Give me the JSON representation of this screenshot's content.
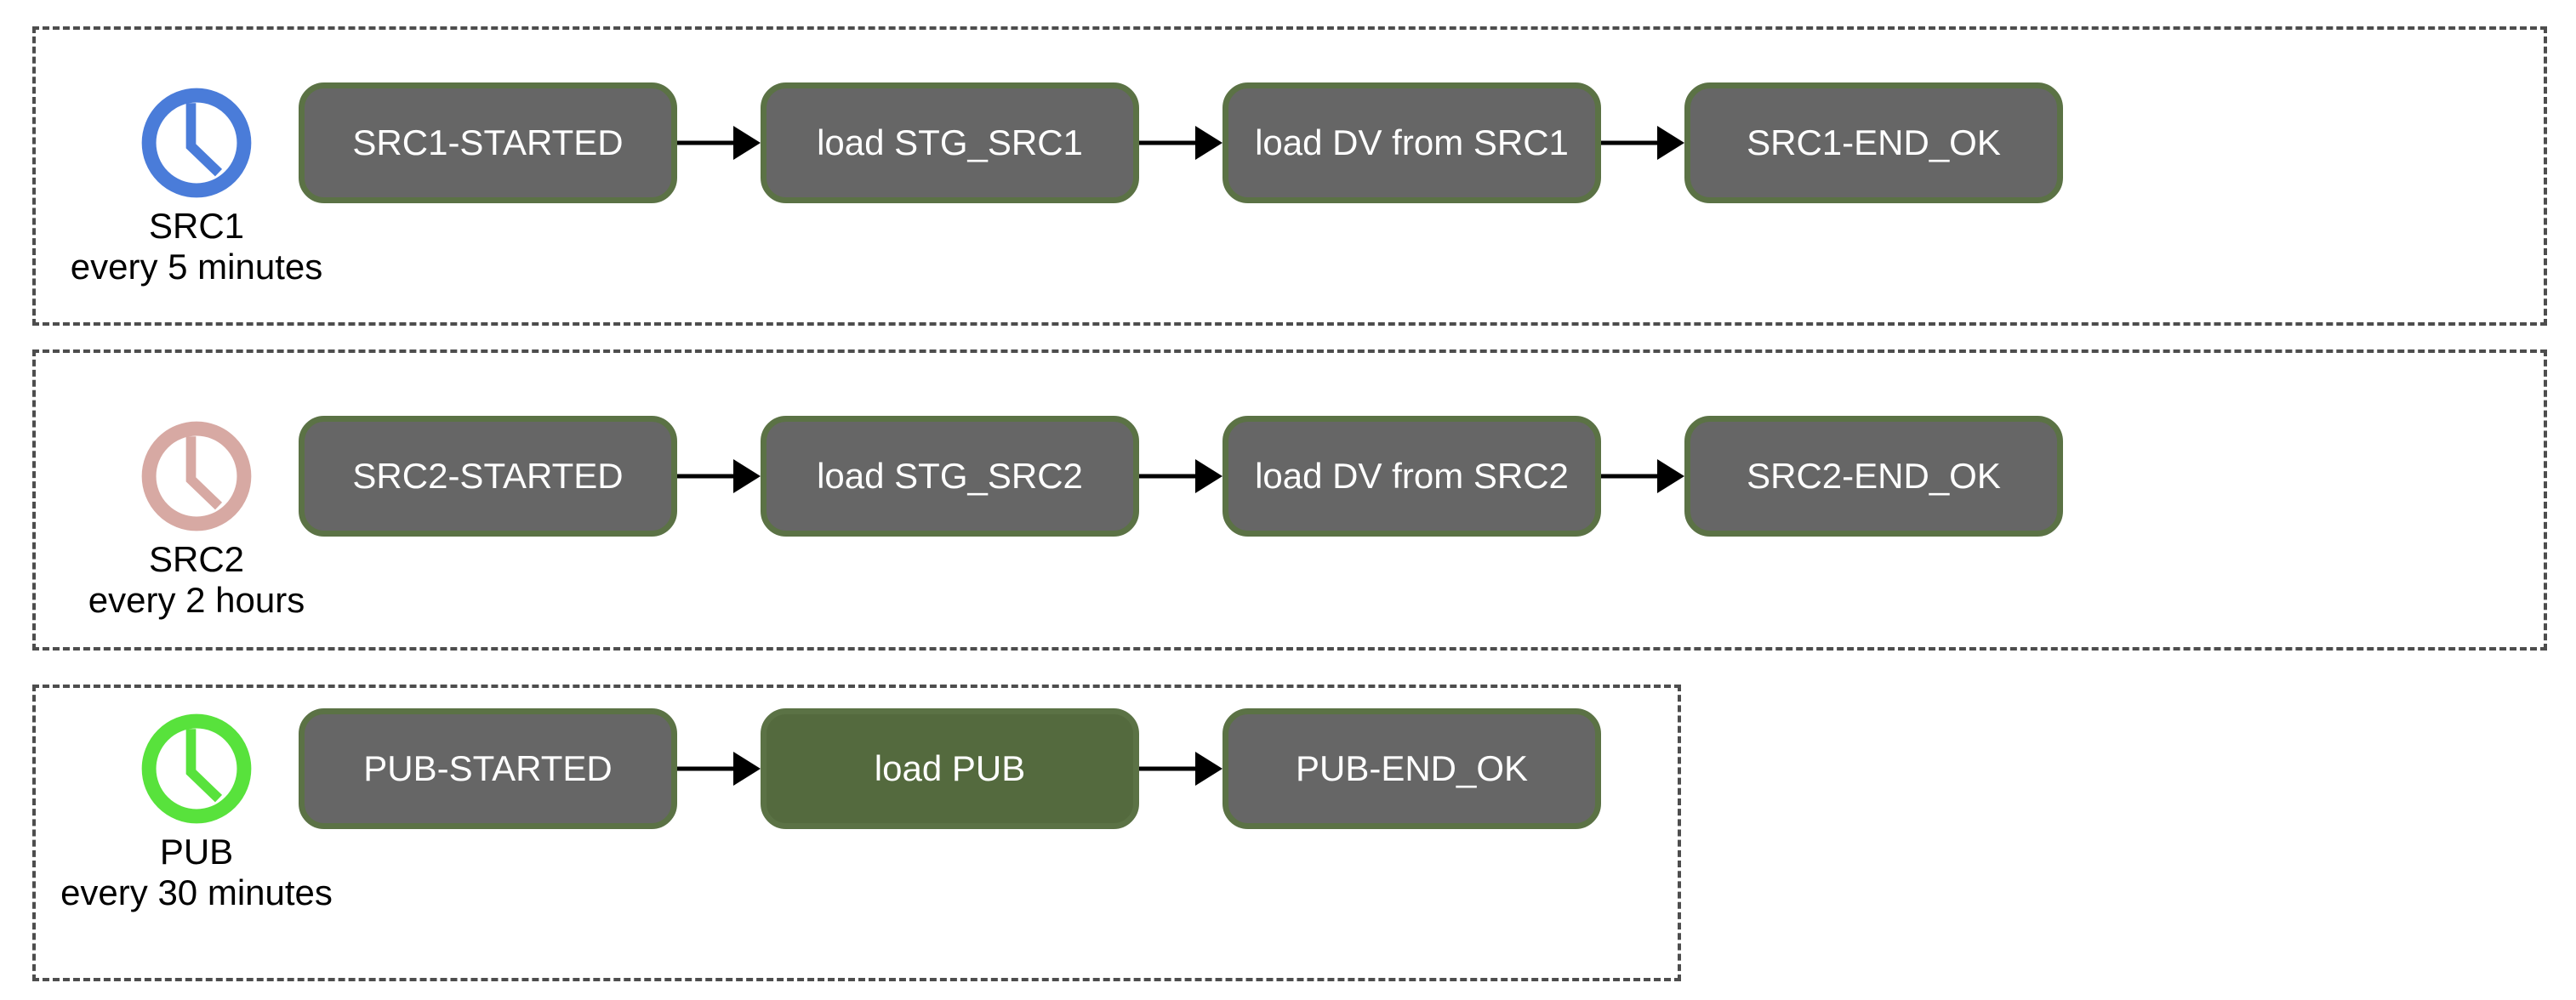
{
  "colors": {
    "background": "#ffffff",
    "lane_border": "#4d4d4d",
    "node_fill": "#666666",
    "node_border": "#5b7245",
    "node_highlight_fill": "#546a3e",
    "node_text": "#ffffff",
    "arrow": "#000000",
    "label_text": "#000000"
  },
  "lanes": [
    {
      "id": "SRC1",
      "trigger": {
        "icon": "clock-icon",
        "color": "#4a7cd9",
        "name": "SRC1",
        "schedule": "every 5 minutes"
      },
      "nodes": [
        {
          "label": "SRC1-STARTED"
        },
        {
          "label": "load STG_SRC1"
        },
        {
          "label": "load DV from SRC1"
        },
        {
          "label": "SRC1-END_OK"
        }
      ]
    },
    {
      "id": "SRC2",
      "trigger": {
        "icon": "clock-icon",
        "color": "#d7a9a3",
        "name": "SRC2",
        "schedule": "every 2 hours"
      },
      "nodes": [
        {
          "label": "SRC2-STARTED"
        },
        {
          "label": "load STG_SRC2"
        },
        {
          "label": "load DV from SRC2"
        },
        {
          "label": "SRC2-END_OK"
        }
      ]
    },
    {
      "id": "PUB",
      "trigger": {
        "icon": "clock-icon",
        "color": "#58e23c",
        "name": "PUB",
        "schedule": "every 30 minutes"
      },
      "nodes": [
        {
          "label": "PUB-STARTED"
        },
        {
          "label": "load PUB",
          "highlighted": true
        },
        {
          "label": "PUB-END_OK"
        }
      ]
    }
  ]
}
